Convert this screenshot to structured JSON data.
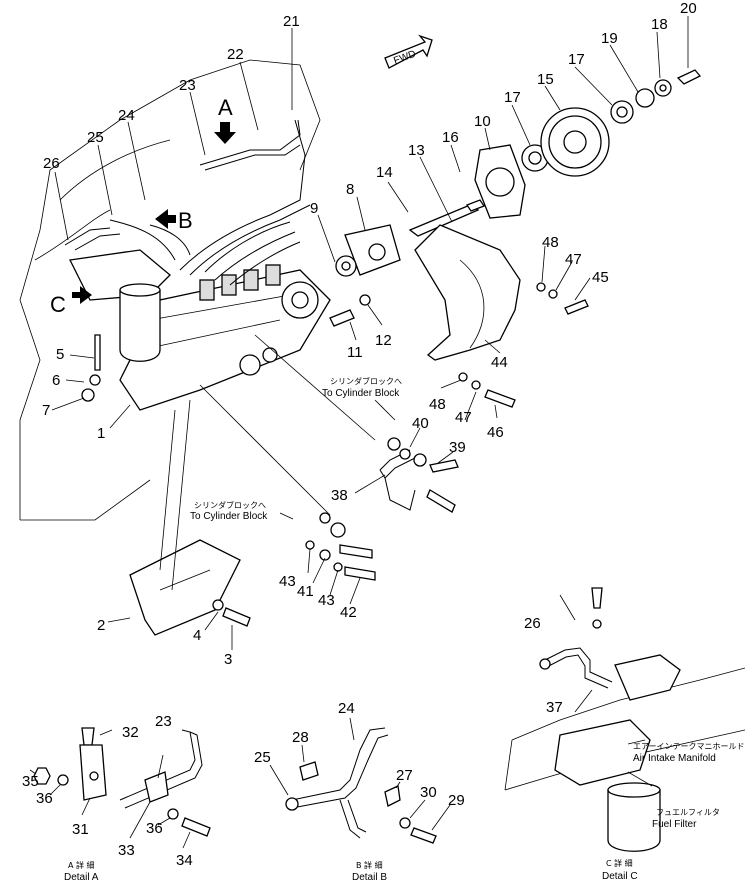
{
  "callouts": [
    {
      "n": "1"
    },
    {
      "n": "2"
    },
    {
      "n": "3"
    },
    {
      "n": "4"
    },
    {
      "n": "5"
    },
    {
      "n": "6"
    },
    {
      "n": "7"
    },
    {
      "n": "8"
    },
    {
      "n": "9"
    },
    {
      "n": "10"
    },
    {
      "n": "11"
    },
    {
      "n": "12"
    },
    {
      "n": "13"
    },
    {
      "n": "14"
    },
    {
      "n": "15"
    },
    {
      "n": "16"
    },
    {
      "n": "17"
    },
    {
      "n": "17"
    },
    {
      "n": "18"
    },
    {
      "n": "19"
    },
    {
      "n": "20"
    },
    {
      "n": "21"
    },
    {
      "n": "22"
    },
    {
      "n": "23"
    },
    {
      "n": "24"
    },
    {
      "n": "25"
    },
    {
      "n": "26"
    },
    {
      "n": "38"
    },
    {
      "n": "39"
    },
    {
      "n": "40"
    },
    {
      "n": "41"
    },
    {
      "n": "42"
    },
    {
      "n": "43"
    },
    {
      "n": "43"
    },
    {
      "n": "44"
    },
    {
      "n": "45"
    },
    {
      "n": "46"
    },
    {
      "n": "47"
    },
    {
      "n": "47"
    },
    {
      "n": "48"
    },
    {
      "n": "48"
    },
    {
      "n": "35"
    },
    {
      "n": "36"
    },
    {
      "n": "32"
    },
    {
      "n": "23"
    },
    {
      "n": "31"
    },
    {
      "n": "33"
    },
    {
      "n": "36"
    },
    {
      "n": "34"
    },
    {
      "n": "28"
    },
    {
      "n": "24"
    },
    {
      "n": "25"
    },
    {
      "n": "27"
    },
    {
      "n": "30"
    },
    {
      "n": "29"
    },
    {
      "n": "26"
    },
    {
      "n": "37"
    }
  ],
  "view_markers": {
    "a": "A",
    "b": "B",
    "c": "C"
  },
  "fwd": "FWD",
  "notes": {
    "cyl1_jp": "シリンダブロックへ",
    "cyl1_en": "To Cylinder Block",
    "cyl2_jp": "シリンダブロックへ",
    "cyl2_en": "To Cylinder Block",
    "air_jp": "エアーインテークマニホールド",
    "air_en": "Air Intake Manifold",
    "fuel_jp": "フュエルフィルタ",
    "fuel_en": "Fuel Filter"
  },
  "details": {
    "a_jp": "A 詳 細",
    "a_en": "Detail A",
    "b_jp": "B 詳 細",
    "b_en": "Detail B",
    "c_jp": "C 詳 細",
    "c_en": "Detail C"
  }
}
